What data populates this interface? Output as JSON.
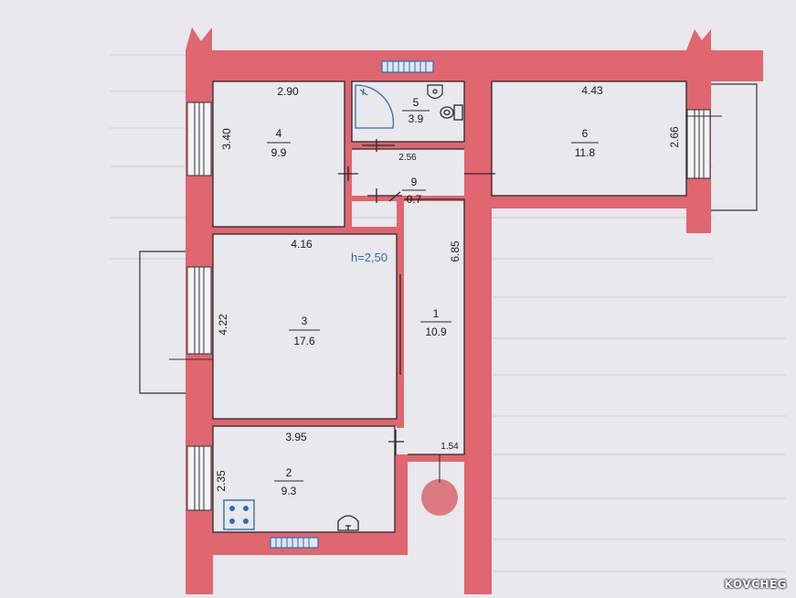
{
  "colors": {
    "wall": "#e06670",
    "paper": "#e9e8ec",
    "line": "#2a2a2a",
    "accent": "#2f6db5"
  },
  "plan": {
    "ceiling_height": "h=2,50",
    "rooms": [
      {
        "id": "room-4",
        "number": "4",
        "area": "9.9"
      },
      {
        "id": "room-5",
        "number": "5",
        "area": "3.9"
      },
      {
        "id": "room-6",
        "number": "6",
        "area": "11.8"
      },
      {
        "id": "room-9",
        "number": "9",
        "area": "0.7"
      },
      {
        "id": "room-3",
        "number": "3",
        "area": "17.6"
      },
      {
        "id": "room-1",
        "number": "1",
        "area": "10.9"
      },
      {
        "id": "room-2",
        "number": "2",
        "area": "9.3"
      }
    ],
    "dimensions": [
      {
        "id": "dim-room4-width",
        "value": "2.90"
      },
      {
        "id": "dim-room4-height",
        "value": "3.40"
      },
      {
        "id": "dim-room6-width",
        "value": "4.43"
      },
      {
        "id": "dim-room6-height",
        "value": "2.66"
      },
      {
        "id": "dim-bath-door",
        "value": "2.56"
      },
      {
        "id": "dim-room3-width",
        "value": "4.16"
      },
      {
        "id": "dim-room3-height",
        "value": "4.22"
      },
      {
        "id": "dim-corridor-length",
        "value": "6.85"
      },
      {
        "id": "dim-room2-width",
        "value": "3.95"
      },
      {
        "id": "dim-room2-height",
        "value": "2.35"
      },
      {
        "id": "dim-entry",
        "value": "1.54"
      }
    ]
  },
  "watermark": "KOVCHEG"
}
